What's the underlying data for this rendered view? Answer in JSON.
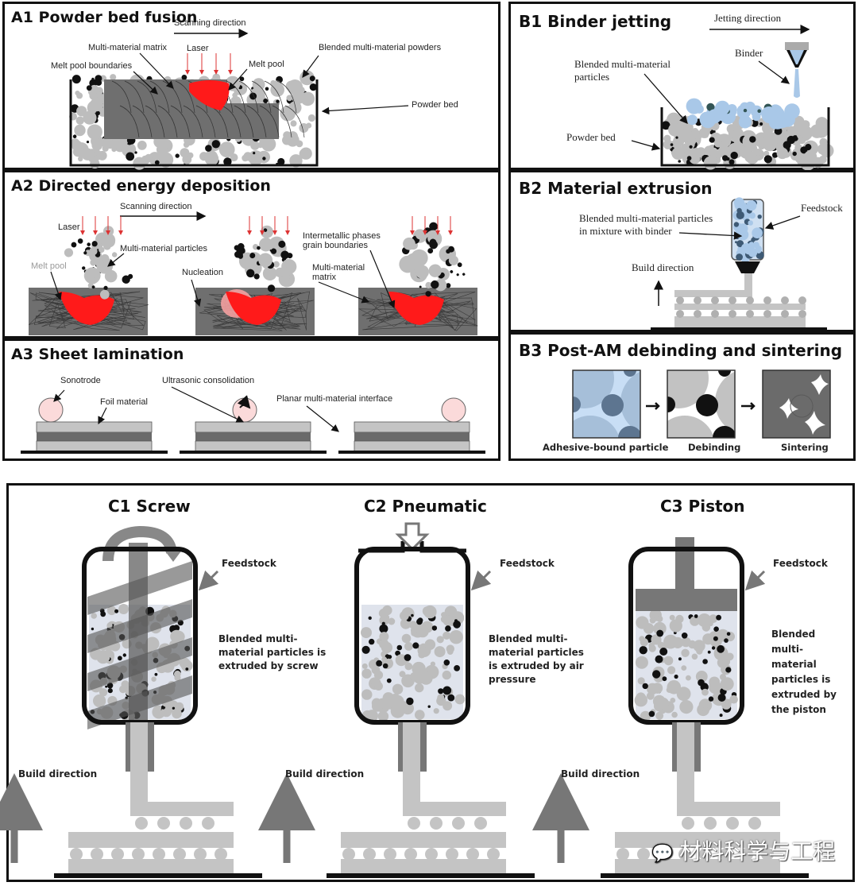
{
  "figure": {
    "panels": {
      "A1": {
        "title": "A1 Powder bed fusion",
        "labels": {
          "scanning_direction": "Scanning direction",
          "multi_material_matrix": "Multi-material matrix",
          "laser": "Laser",
          "blended_powders": "Blended multi-material powders",
          "melt_pool_boundaries": "Melt pool boundaries",
          "melt_pool": "Melt pool",
          "powder_bed": "Powder bed"
        }
      },
      "A2": {
        "title": "A2 Directed energy deposition",
        "labels": {
          "scanning_direction": "Scanning direction",
          "laser": "Laser",
          "multi_material_particles": "Multi-material particles",
          "melt_pool": "Melt pool",
          "nucleation": "Nucleation",
          "intermetallic_line1": "Intermetallic phases",
          "intermetallic_line2": "grain boundaries",
          "matrix_line1": "Multi-material",
          "matrix_line2": "matrix"
        }
      },
      "A3": {
        "title": "A3 Sheet lamination",
        "labels": {
          "sonotrode": "Sonotrode",
          "foil_material": "Foil material",
          "ultrasonic_consolidation": "Ultrasonic consolidation",
          "planar_interface": "Planar multi-material interface"
        }
      },
      "B1": {
        "title": "B1 Binder jetting",
        "labels": {
          "jetting_direction": "Jetting direction",
          "binder": "Binder",
          "blended_line1": "Blended multi-material",
          "blended_line2": "particles",
          "powder_bed": "Powder bed"
        }
      },
      "B2": {
        "title": "B2 Material extrusion",
        "labels": {
          "feedstock": "Feedstock",
          "blended_line1": "Blended multi-material particles",
          "blended_line2": "in mixture with binder",
          "build_direction": "Build direction"
        }
      },
      "B3": {
        "title": "B3 Post-AM debinding and sintering",
        "steps": [
          "Adhesive-bound particle",
          "Debinding",
          "Sintering"
        ]
      },
      "C": {
        "items": [
          {
            "title": "C1 Screw",
            "feedstock": "Feedstock",
            "desc": [
              "Blended multi-",
              "material particles is",
              "extruded by screw"
            ],
            "build_direction": "Build direction"
          },
          {
            "title": "C2 Pneumatic",
            "feedstock": "Feedstock",
            "desc": [
              "Blended multi-",
              "material particles",
              "is extruded by air",
              "pressure"
            ],
            "build_direction": "Build direction"
          },
          {
            "title": "C3 Piston",
            "feedstock": "Feedstock",
            "desc": [
              "Blended",
              "multi-",
              "material",
              "particles is",
              "extruded by",
              "the piston"
            ],
            "build_direction": "Build direction"
          }
        ]
      }
    },
    "watermark": "材料科学与工程",
    "colors": {
      "melt_pool": "#ff1a1a",
      "matrix": "#6f6f6f",
      "powder_light": "#bdbdbd",
      "powder_dark": "#111111",
      "binder_blue": "#a9c8e8",
      "extrudate": "#c4c4c4",
      "arrow_gray": "#7a7a7a"
    }
  }
}
